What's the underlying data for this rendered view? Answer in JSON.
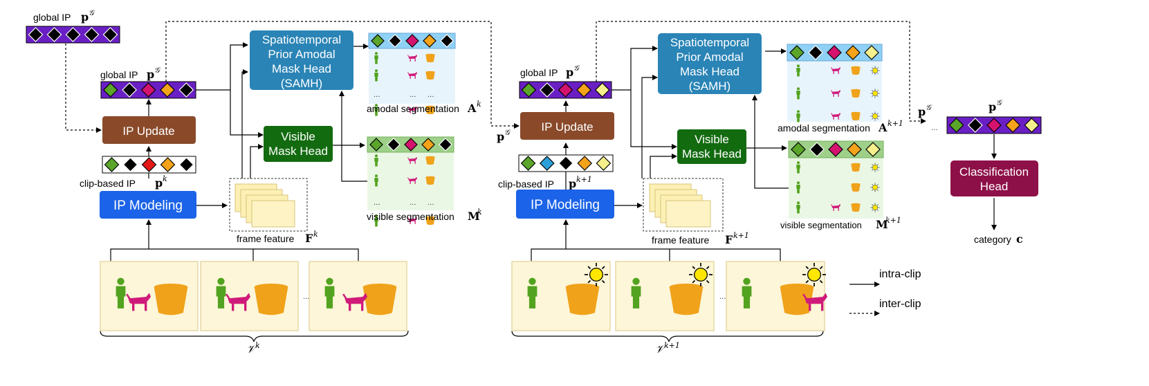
{
  "clip_k": {
    "global_ip_top": {
      "label": "global IP",
      "symbol": "p",
      "sup": "𝒢"
    },
    "global_ip": {
      "label": "global IP",
      "symbol": "p",
      "sup": "𝒢"
    },
    "ip_update": "IP Update",
    "clip_ip": {
      "label": "clip-based IP",
      "symbol": "p",
      "sup": "k"
    },
    "ip_modeling": "IP Modeling",
    "samh": [
      "Spatiotemporal",
      "Prior Amodal",
      "Mask Head",
      "(SAMH)"
    ],
    "visible_head": [
      "Visible",
      "Mask Head"
    ],
    "frame_feature": {
      "label": "frame feature",
      "symbol": "F",
      "sup": "k"
    },
    "amodal_seg": {
      "label": "amodal segmentation",
      "symbol": "A",
      "sup": "k"
    },
    "visible_seg": {
      "label": "visible segmentation",
      "symbol": "M",
      "sup": "k"
    },
    "video": {
      "symbol": "𝒱",
      "sup": "k"
    },
    "ellipsis": "..."
  },
  "clip_k1": {
    "global_ip": {
      "label": "global IP",
      "symbol": "p",
      "sup": "𝒢"
    },
    "p_g_left": {
      "symbol": "p",
      "sup": "𝒢"
    },
    "p_g_right": {
      "symbol": "p",
      "sup": "𝒢"
    },
    "ip_update": "IP Update",
    "clip_ip": {
      "label": "clip-based IP",
      "symbol": "p",
      "sup": "k+1"
    },
    "ip_modeling": "IP Modeling",
    "samh": [
      "Spatiotemporal",
      "Prior Amodal",
      "Mask Head",
      "(SAMH)"
    ],
    "visible_head": [
      "Visible",
      "Mask Head"
    ],
    "frame_feature": {
      "label": "frame feature",
      "symbol": "F",
      "sup": "k+1"
    },
    "amodal_seg": {
      "label": "amodal segmentation",
      "symbol": "A",
      "sup": "k+1"
    },
    "visible_seg": {
      "label": "visible segmentation",
      "symbol": "M",
      "sup": "k+1"
    },
    "video": {
      "symbol": "𝒱",
      "sup": "k+1"
    },
    "ellipsis": "..."
  },
  "classifier": {
    "p_top": {
      "symbol": "p",
      "sup": "𝒢"
    },
    "head": [
      "Classification",
      "Head"
    ],
    "category": {
      "label": "category",
      "symbol": "c"
    },
    "ellipsis": "..."
  },
  "legend": {
    "intra": "intra-clip",
    "inter": "inter-clip"
  },
  "colors": {
    "purple_bar": "#6a1fc4",
    "ip_modeling": "#1b63e8",
    "ip_update": "#8a4a2a",
    "samh": "#2a84b6",
    "visible_head": "#136b10",
    "classification": "#8e1048",
    "green": "#5aa52a",
    "black": "#000000",
    "magenta": "#d4136e",
    "orange": "#f5a31a",
    "yellow": "#f5f08c",
    "blue": "#2a9fd8",
    "red": "#e31818",
    "bucket": "#f0a21a",
    "person": "#52a31f",
    "dog": "#d01a7a",
    "sun": "#ffe600"
  }
}
